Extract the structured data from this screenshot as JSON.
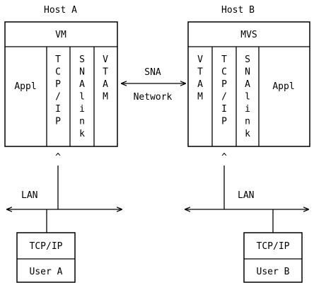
{
  "host_a": {
    "title": "Host A",
    "os": "VM",
    "columns": {
      "appl": "Appl",
      "tcpip": [
        "T",
        "C",
        "P",
        "/",
        "I",
        "P"
      ],
      "snalink": [
        "S",
        "N",
        "A",
        "l",
        "i",
        "n",
        "k"
      ],
      "vtam": [
        "V",
        "T",
        "A",
        "M"
      ]
    }
  },
  "host_b": {
    "title": "Host B",
    "os": "MVS",
    "columns": {
      "vtam": [
        "V",
        "T",
        "A",
        "M"
      ],
      "tcpip": [
        "T",
        "C",
        "P",
        "/",
        "I",
        "P"
      ],
      "snalink": [
        "S",
        "N",
        "A",
        "l",
        "i",
        "n",
        "k"
      ],
      "appl": "Appl"
    }
  },
  "network": {
    "label_top": "SNA",
    "label_bottom": "Network"
  },
  "lan_left": {
    "label": "LAN",
    "user_box": {
      "top": "TCP/IP",
      "bottom": "User A"
    }
  },
  "lan_right": {
    "label": "LAN",
    "user_box": {
      "top": "TCP/IP",
      "bottom": "User B"
    }
  },
  "glyphs": {
    "caret": "^"
  }
}
